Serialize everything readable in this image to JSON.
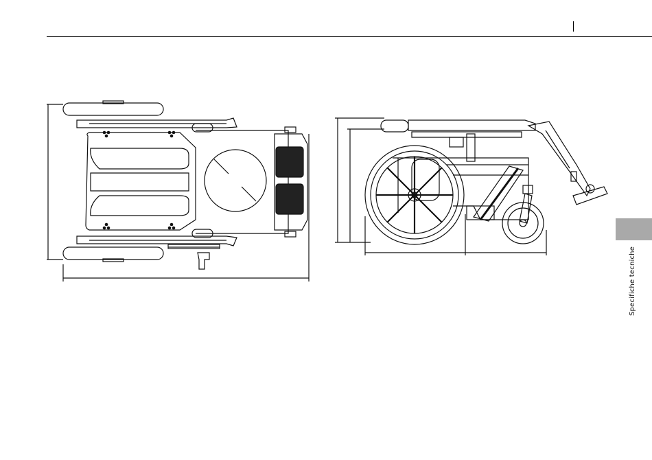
{
  "section_tab": {
    "label": "Specifiche tecniche"
  },
  "figures": {
    "top_view": "wheelchair-top-view",
    "side_view": "wheelchair-side-view"
  }
}
